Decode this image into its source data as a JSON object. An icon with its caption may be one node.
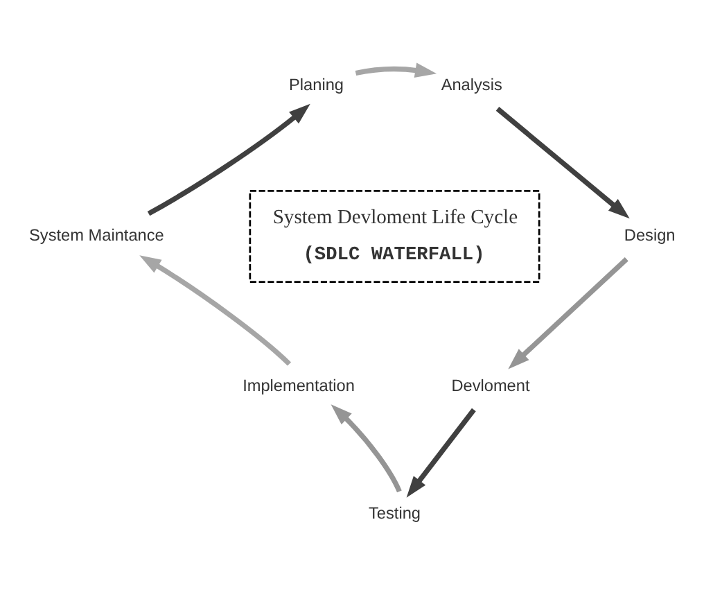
{
  "diagram": {
    "nodes": [
      {
        "text": [
          "Planing"
        ]
      },
      {
        "text": [
          "Analysis"
        ]
      },
      {
        "text": [
          "Design"
        ]
      },
      {
        "text": [
          "Devloment"
        ]
      },
      {
        "text": [
          "Testing"
        ]
      },
      {
        "text": [
          "Implementation"
        ]
      },
      {
        "text": [
          "System Maintance"
        ]
      },
      {
        "text": [
          "System Devloment Life Cycle",
          "(SDLC WATERFALL)"
        ]
      }
    ],
    "edges": [
      {
        "from": 0,
        "to": 1,
        "arrow": "to",
        "color": "#a6a6a6"
      },
      {
        "from": 1,
        "to": 2,
        "arrow": "to",
        "color": "#404040"
      },
      {
        "from": 2,
        "to": 3,
        "arrow": "to",
        "color": "#959595"
      },
      {
        "from": 3,
        "to": 4,
        "arrow": "to",
        "color": "#404040"
      },
      {
        "from": 4,
        "to": 5,
        "arrow": "to",
        "color": "#959595"
      },
      {
        "from": 5,
        "to": 6,
        "arrow": "to",
        "color": "#a6a6a6"
      },
      {
        "from": 6,
        "to": 0,
        "arrow": "to",
        "color": "#404040"
      }
    ]
  }
}
